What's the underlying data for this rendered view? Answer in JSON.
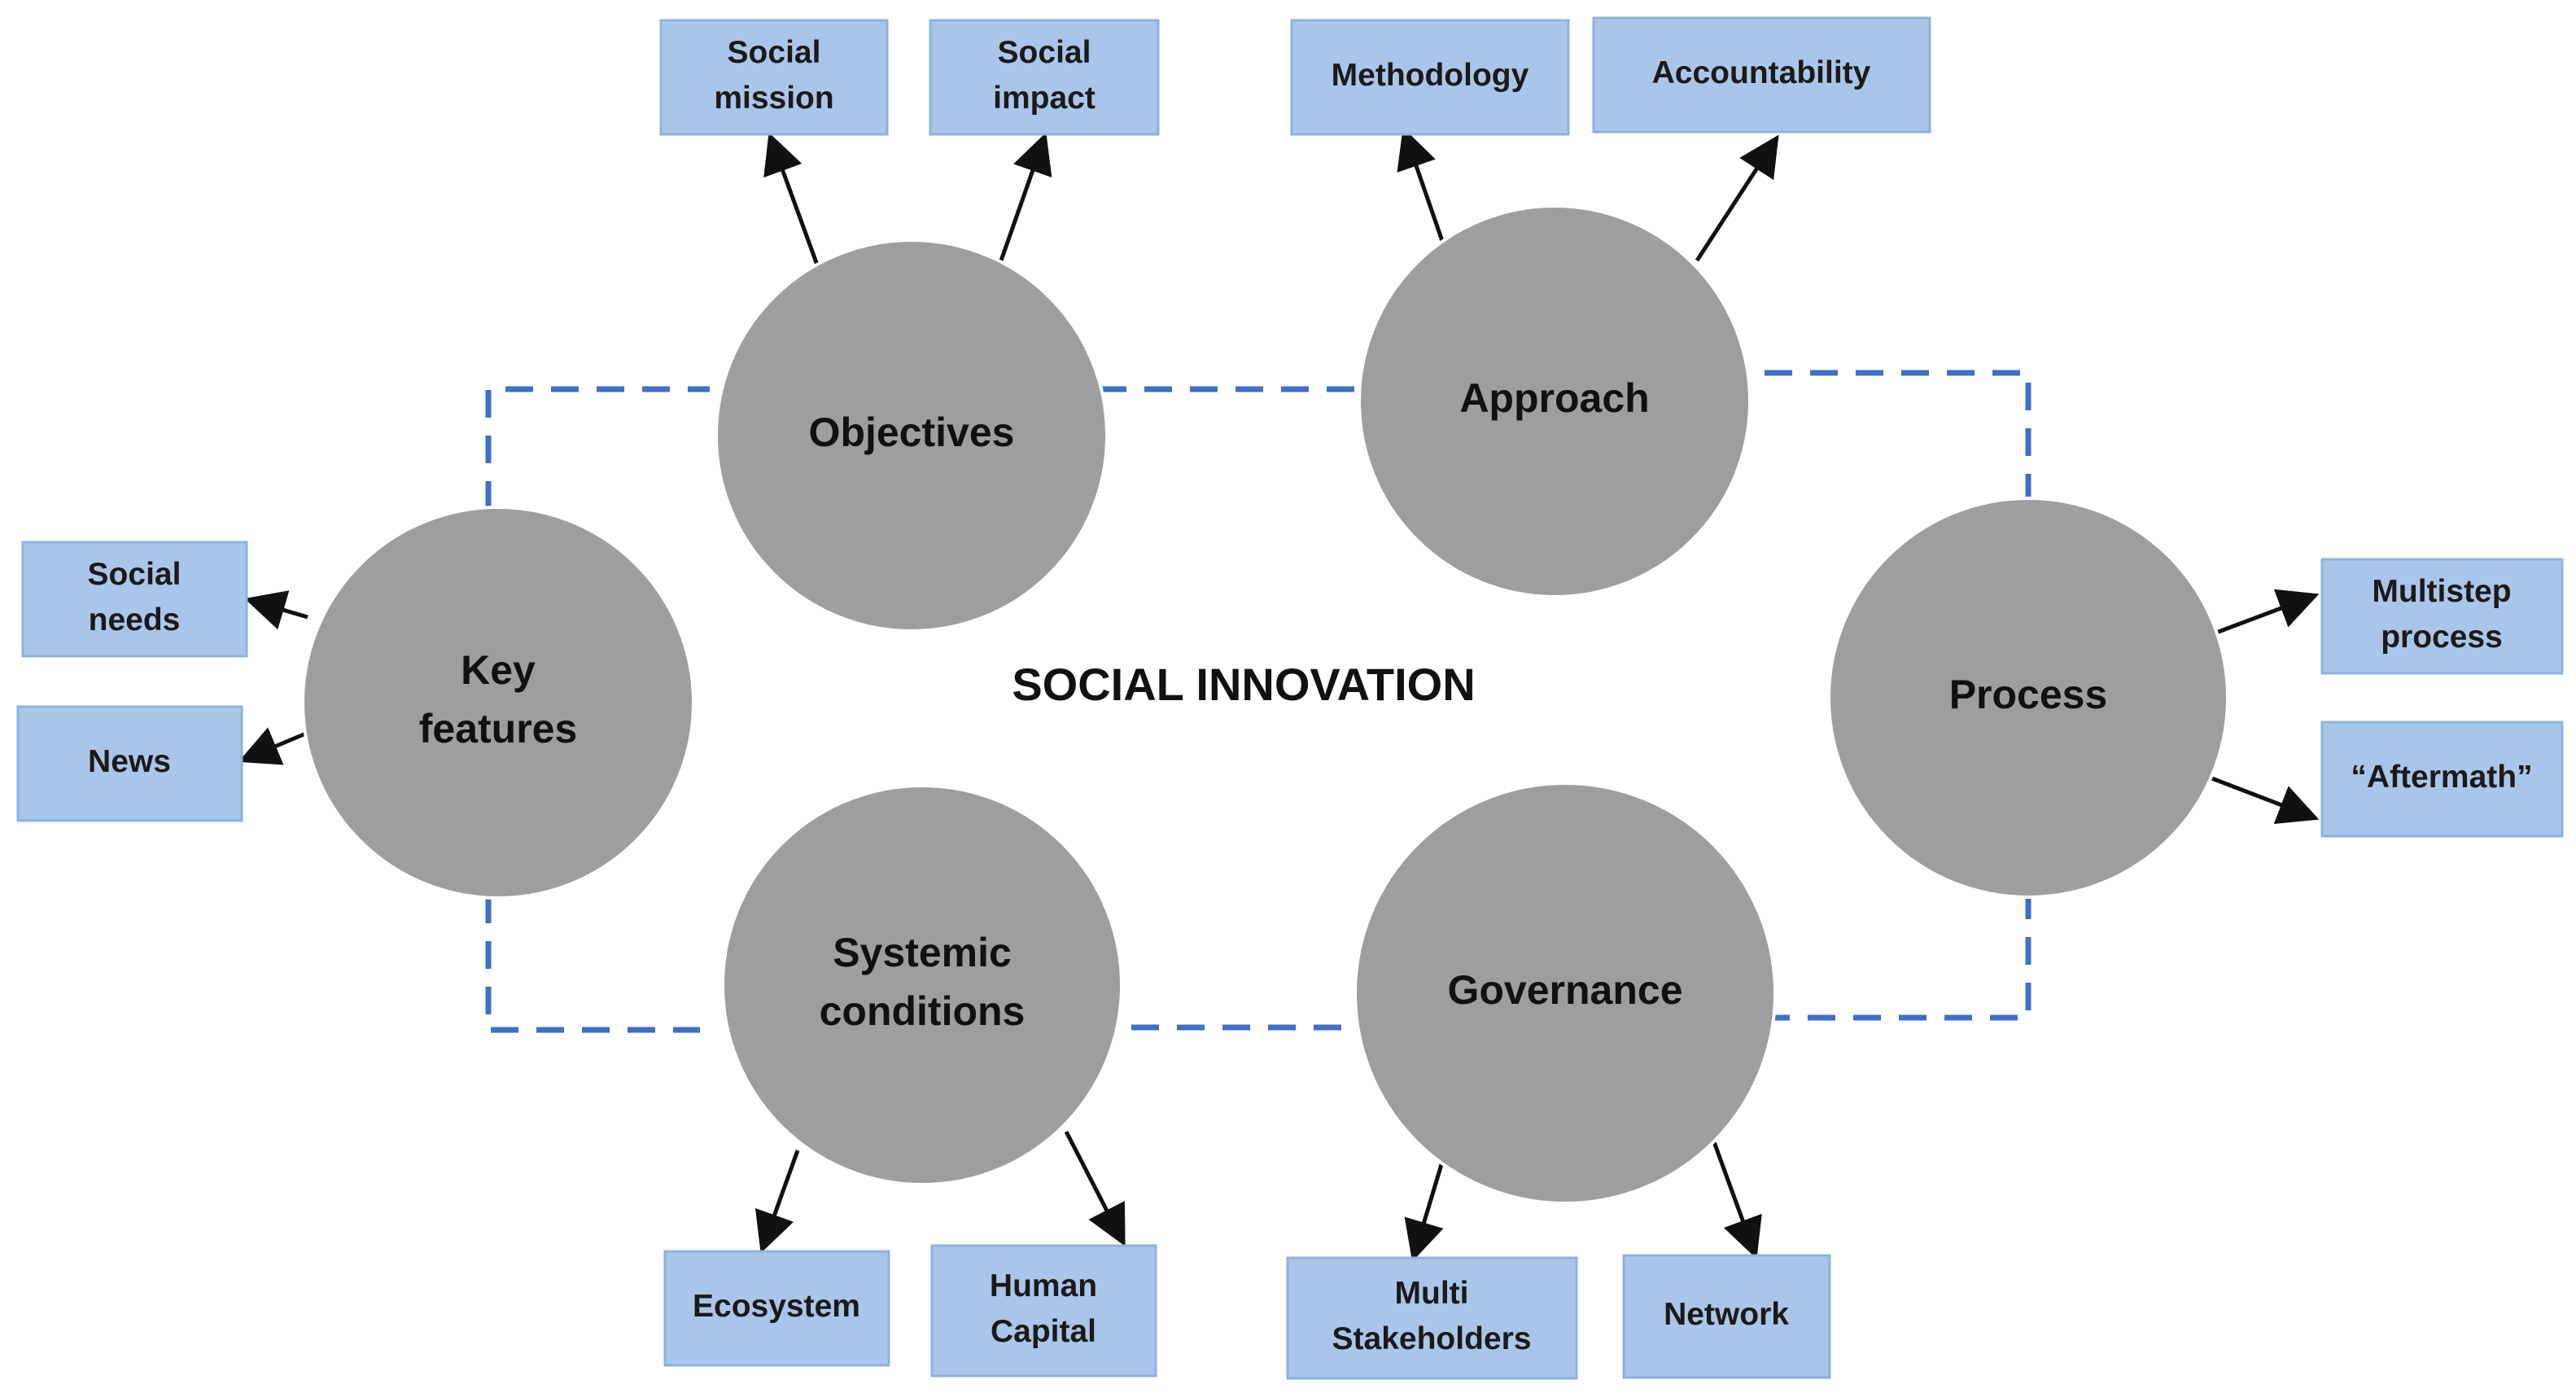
{
  "diagram": {
    "center_title": "SOCIAL INNOVATION",
    "colors": {
      "circle_fill": "#9e9e9e",
      "box_fill": "#a9c6ea",
      "dash_line": "#3f6fc6",
      "arrow": "#111111"
    },
    "nodes": {
      "objectives": {
        "label_lines": [
          "Objectives"
        ]
      },
      "approach": {
        "label_lines": [
          "Approach"
        ]
      },
      "key_features": {
        "label_lines": [
          "Key",
          "features"
        ]
      },
      "process": {
        "label_lines": [
          "Process"
        ]
      },
      "systemic_conditions": {
        "label_lines": [
          "Systemic",
          "conditions"
        ]
      },
      "governance": {
        "label_lines": [
          "Governance"
        ]
      }
    },
    "boxes": {
      "social_mission": {
        "label_lines": [
          "Social",
          "mission"
        ]
      },
      "social_impact": {
        "label_lines": [
          "Social",
          "impact"
        ]
      },
      "methodology": {
        "label_lines": [
          "Methodology"
        ]
      },
      "accountability": {
        "label_lines": [
          "Accountability"
        ]
      },
      "social_needs": {
        "label_lines": [
          "Social",
          "needs"
        ]
      },
      "news": {
        "label_lines": [
          "News"
        ]
      },
      "multistep_process": {
        "label_lines": [
          "Multistep",
          "process"
        ]
      },
      "aftermath": {
        "label_lines": [
          "“Aftermath”"
        ]
      },
      "ecosystem": {
        "label_lines": [
          "Ecosystem"
        ]
      },
      "human_capital": {
        "label_lines": [
          "Human",
          "Capital"
        ]
      },
      "multi_stakeholders": {
        "label_lines": [
          "Multi",
          "Stakeholders"
        ]
      },
      "network": {
        "label_lines": [
          "Network"
        ]
      }
    }
  }
}
